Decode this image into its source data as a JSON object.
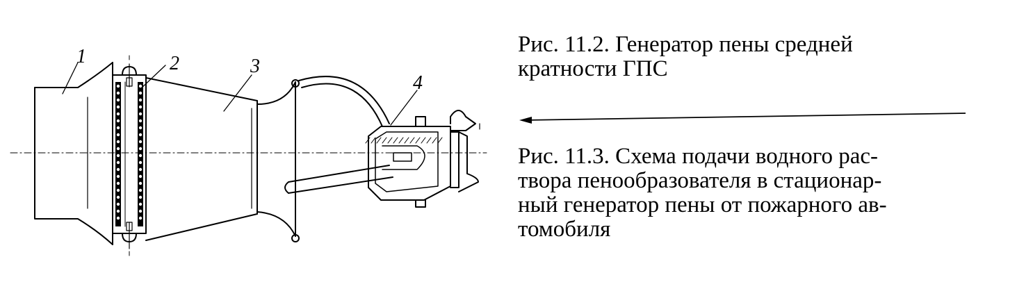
{
  "figure_1": {
    "callouts": [
      "1",
      "2",
      "3",
      "4"
    ],
    "caption_lines": [
      "Рис. 11.2. Генератор пены средней",
      "кратности ГПС"
    ]
  },
  "figure_2": {
    "caption_lines": [
      "Рис. 11.3. Схема подачи водного рас-",
      "твора пенообразователя в стационар-",
      "ный генератор пены от пожарного ав-",
      "томобиля"
    ]
  }
}
